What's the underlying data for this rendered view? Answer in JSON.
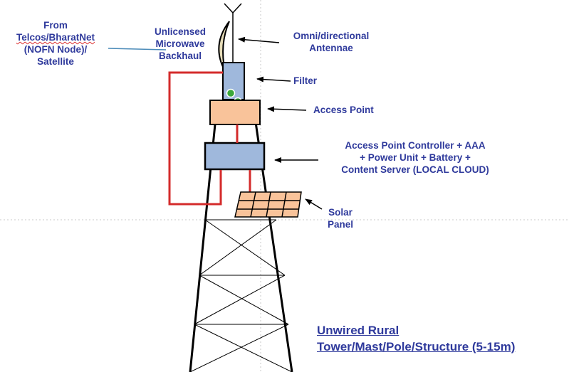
{
  "labels": {
    "source": {
      "line1": "From",
      "line2": "Telcos/BharatNet",
      "line3": "(NOFN Node)/",
      "line4": "Satellite"
    },
    "backhaul": {
      "line1": "Unlicensed",
      "line2": "Microwave",
      "line3": "Backhaul"
    },
    "antennae": {
      "line1": "Omni/directional",
      "line2": "Antennae"
    },
    "filter": "Filter",
    "access_point": "Access Point",
    "controller": {
      "line1": "Access Point Controller + AAA",
      "line2": "+ Power Unit + Battery +",
      "line3": "Content Server (LOCAL CLOUD)"
    },
    "solar": {
      "line1": "Solar",
      "line2": "Panel"
    },
    "title": {
      "line1": "Unwired Rural",
      "line2": "Tower/Mast/Pole/Structure (5-15m)"
    }
  },
  "colors": {
    "label_text": "#2f3a9c",
    "filter_box": "#9fb8dc",
    "access_point_box": "#f9c39a",
    "controller_box": "#9fb8dc",
    "solar_panel": "#f9c39a",
    "cable": "#d42b2b",
    "led": "#3aa83a",
    "backhaul_dish": "#e6dcb8"
  }
}
